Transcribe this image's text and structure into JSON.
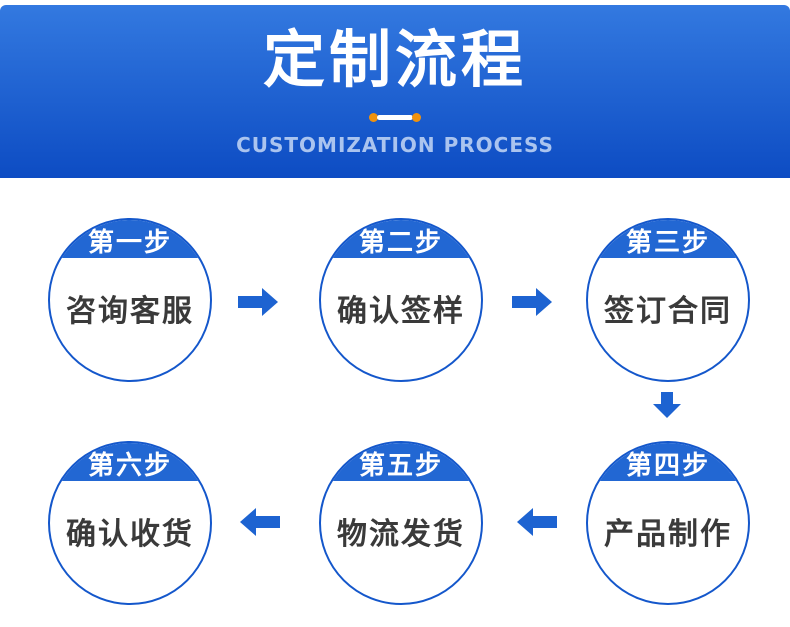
{
  "header": {
    "title": "定制流程",
    "subtitle": "CUSTOMIZATION PROCESS"
  },
  "steps": [
    {
      "step": "第一步",
      "label": "咨询客服"
    },
    {
      "step": "第二步",
      "label": "确认签样"
    },
    {
      "step": "第三步",
      "label": "签订合同"
    },
    {
      "step": "第四步",
      "label": "产品制作"
    },
    {
      "step": "第五步",
      "label": "物流发货"
    },
    {
      "step": "第六步",
      "label": "确认收货"
    }
  ],
  "flow_order": [
    "第一步 咨询客服",
    "第二步 确认签样",
    "第三步 签订合同",
    "第四步 产品制作",
    "第五步 物流发货",
    "第六步 确认收货"
  ],
  "icons": {
    "arrow-right-icon": "css-solid-right-arrow",
    "arrow-down-icon": "css-solid-down-arrow",
    "arrow-left-icon": "css-solid-left-arrow",
    "divider-dot-icon": "css-orange-circle"
  },
  "colors": {
    "banner_gradient_top": "#3379e0",
    "banner_gradient_bottom": "#0d4cc3",
    "circle_border_blue": "#1457cb",
    "step_cap_blue": "#2267d3",
    "arrow_blue": "#1d63d1",
    "accent_orange": "#f0920d",
    "subtitle_text": "#aac4ef",
    "step_label_text": "#3a3a3a"
  }
}
